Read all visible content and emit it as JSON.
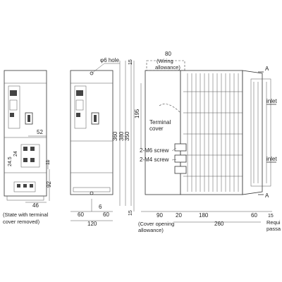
{
  "labels": {
    "hole": "φ6 hole",
    "wiring_dim": "80",
    "wiring_text_1": "(Wiring",
    "wiring_text_2": "allowance)",
    "terminal_1": "Terminal",
    "terminal_2": "cover",
    "screw_m6": "2-M6 screw",
    "screw_m4": "2-M4 screw",
    "inlet_top": "inlet",
    "inlet_bottom": "inlet",
    "arrow_a_top": "A",
    "arrow_a_bottom": "A",
    "state_1": "(State with terminal",
    "state_2": "cover removed)",
    "cover_open_1": "(Cover opening",
    "cover_open_2": "allowance)",
    "required_1": "Requi",
    "required_2": "passa"
  },
  "dims": {
    "d15_top": "15",
    "d15_bottom": "15",
    "d195": "195",
    "d380": "380",
    "d350": "350",
    "d360": "360",
    "d52": "52",
    "d11": "11",
    "d24_5": "24.5",
    "d24": "24",
    "d92": "92",
    "d46": "46",
    "d60a": "60",
    "d60b": "60",
    "d6": "6",
    "d120": "120",
    "d90": "90",
    "d20": "20",
    "d180": "180",
    "d60c": "60",
    "d15_right": "15",
    "d260": "260"
  }
}
